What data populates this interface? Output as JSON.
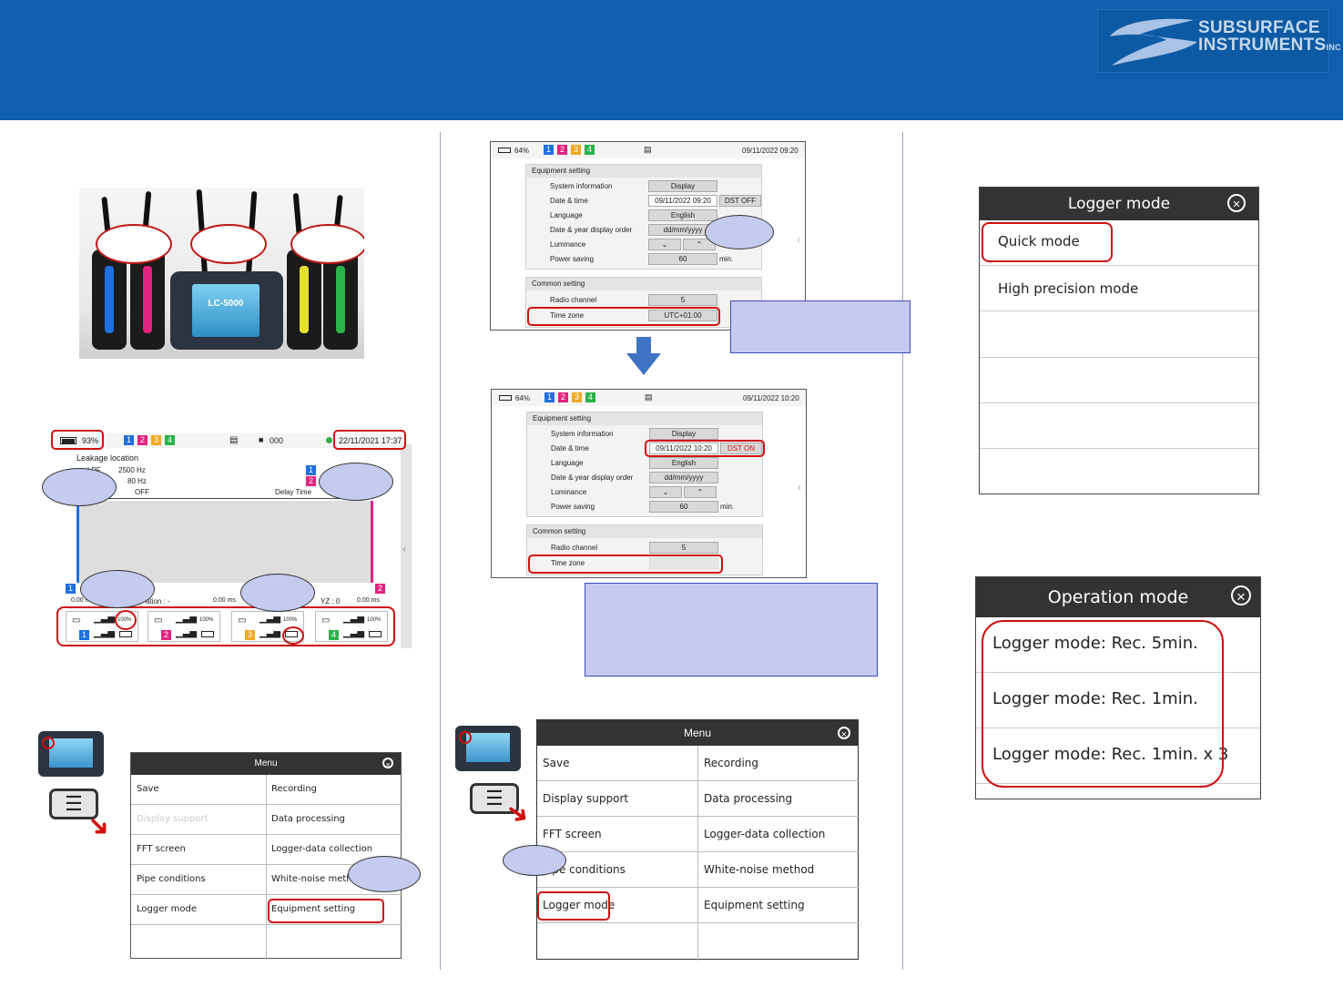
{
  "brand": {
    "logo_line1": "SUBSURFACE",
    "logo_line2": "INSTRUMENTS",
    "logo_suffix": "INC"
  },
  "colors": {
    "header": "#0f5fae",
    "highlight": "#d01010",
    "callout": "#c5cbef",
    "ch1": "#1f6fe0",
    "ch2": "#e2237f",
    "ch3": "#f0a823",
    "ch4": "#2bb24a"
  },
  "photo": {
    "device_label": "LC-5000"
  },
  "monitor": {
    "battery": "93%",
    "channels": [
      "1",
      "2",
      "3",
      "4"
    ],
    "counter": "000",
    "datetime": "22/11/2021 17:37",
    "title": "Leakage location",
    "lpf_label": "LPF",
    "lpf_value": "2500 Hz",
    "hpf_value": "80 Hz",
    "filter_state": "OFF",
    "delay_time": "Delay Time",
    "axis_left": "0.00 ms",
    "location": "ation : -",
    "axis_mid": "0.00 ms",
    "yz": "YZ : 0",
    "axis_right": "0.00 ms",
    "marker_left": "1",
    "marker_right": "2",
    "sensors": [
      {
        "ch": "1",
        "level": "100%"
      },
      {
        "ch": "2",
        "level": "100%"
      },
      {
        "ch": "3",
        "level": "100%"
      },
      {
        "ch": "4",
        "level": "100%"
      }
    ]
  },
  "menu_small": {
    "title": "Menu",
    "items": [
      "Save",
      "Recording",
      "Display support",
      "Data processing",
      "FFT screen",
      "Logger-data collection",
      "Pipe conditions",
      "White-noise method",
      "Logger mode",
      "Equipment setting"
    ]
  },
  "equip_before": {
    "battery": "64%",
    "datetime": "09/11/2022 09:20",
    "section1": "Equipment setting",
    "rows": [
      {
        "label": "System information",
        "value": "Display"
      },
      {
        "label": "Date & time",
        "value": "09/11/2022 09:20"
      },
      {
        "label": "Language",
        "value": "English"
      },
      {
        "label": "Date & year display order",
        "value": "dd/mm/yyyy"
      },
      {
        "label": "Luminance",
        "value": ""
      },
      {
        "label": "Power saving",
        "value": "60"
      }
    ],
    "dst": "DST OFF",
    "unit": "min.",
    "section2": "Common setting",
    "radio_label": "Radio channel",
    "radio_value": "5",
    "tz_label": "Time zone",
    "tz_value": "UTC+01:00"
  },
  "equip_after": {
    "battery": "64%",
    "datetime": "09/11/2022 10:20",
    "section1": "Equipment setting",
    "rows": [
      {
        "label": "System information",
        "value": "Display"
      },
      {
        "label": "Date & time",
        "value": "09/11/2022 10:20"
      },
      {
        "label": "Language",
        "value": "English"
      },
      {
        "label": "Date & year display order",
        "value": "dd/mm/yyyy"
      },
      {
        "label": "Luminance",
        "value": ""
      },
      {
        "label": "Power saving",
        "value": "60"
      }
    ],
    "dst": "DST ON",
    "unit": "min.",
    "section2": "Common setting",
    "radio_label": "Radio channel",
    "radio_value": "5",
    "tz_label": "Time zone"
  },
  "menu_large": {
    "title": "Menu",
    "items": [
      "Save",
      "Recording",
      "Display support",
      "Data processing",
      "FFT screen",
      "Logger-data collection",
      "Pipe conditions",
      "White-noise method",
      "Logger mode",
      "Equipment setting"
    ]
  },
  "logger_mode": {
    "title": "Logger mode",
    "items": [
      "Quick mode",
      "High precision mode"
    ]
  },
  "operation_mode": {
    "title": "Operation mode",
    "items": [
      "Logger mode: Rec. 5min.",
      "Logger mode: Rec. 1min.",
      "Logger mode: Rec. 1min. x 3"
    ]
  }
}
